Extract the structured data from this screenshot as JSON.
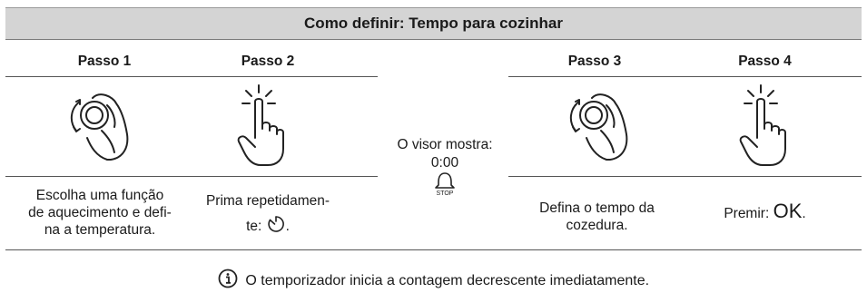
{
  "title": "Como definir: Tempo para cozinhar",
  "steps": [
    {
      "label": "Passo 1",
      "desc": [
        "Escolha uma função",
        "de aquecimento e defi-",
        "na a temperatura."
      ]
    },
    {
      "label": "Passo 2",
      "desc_line1": "Prima repetidamen-",
      "desc_line2_prefix": "te:",
      "desc_line2_suffix": "."
    },
    {
      "label": "Passo 3",
      "desc": [
        "Defina o tempo da",
        "cozedura."
      ]
    },
    {
      "label": "Passo 4",
      "desc_prefix": "Premir:",
      "desc_key": "OK",
      "desc_suffix": "."
    }
  ],
  "display": {
    "line1": "O visor mostra:",
    "line2": "0:00",
    "stop_label": "STOP"
  },
  "footer": "O temporizador inicia a contagem decrescente imediatamente."
}
